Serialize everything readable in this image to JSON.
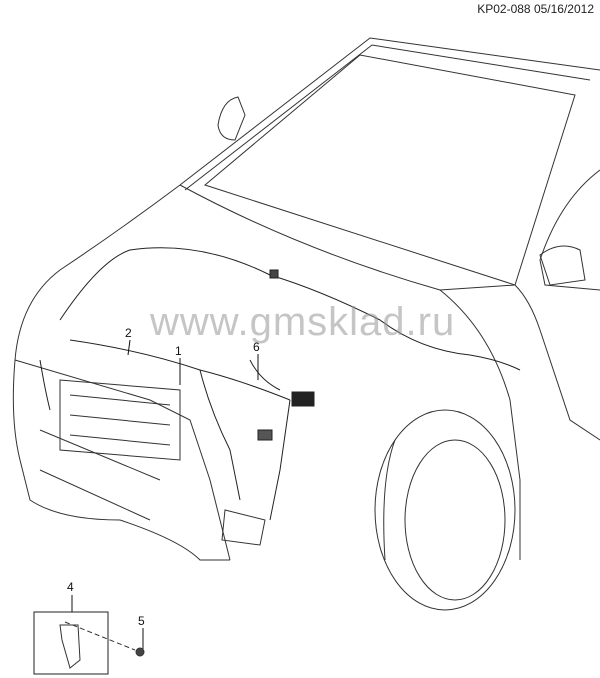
{
  "header": {
    "reference": "KP02-088 05/16/2012"
  },
  "watermark": "www.gmsklad.ru",
  "callouts": {
    "c1": "1",
    "c2": "2",
    "c4": "4",
    "c5": "5",
    "c6": "6"
  }
}
